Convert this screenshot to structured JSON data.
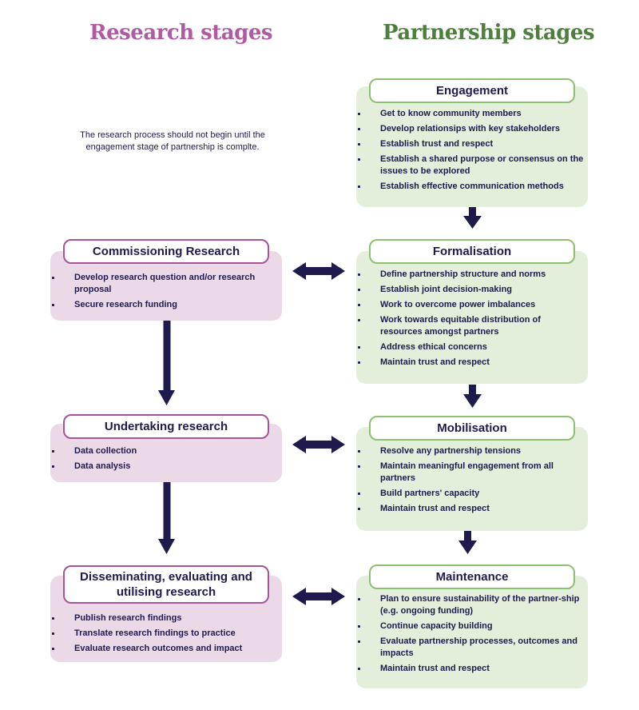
{
  "titles": {
    "research": "Research stages",
    "partnership": "Partnership stages"
  },
  "note": "The research process should not begin until the engagement stage of partnership is complte.",
  "colors": {
    "research_title": "#b05aa3",
    "partnership_title": "#4e7f3c",
    "research_card": "#ecd9e8",
    "partnership_card": "#e3efdb",
    "research_border": "#a65497",
    "partnership_border": "#8cc26f",
    "arrow": "#1f1a4d",
    "text": "#1f1a4d"
  },
  "research_stages": [
    {
      "title": "Commissioning Research",
      "items": [
        "Develop research question and/or research proposal",
        "Secure research funding"
      ]
    },
    {
      "title": "Undertaking research",
      "items": [
        "Data collection",
        "Data analysis"
      ]
    },
    {
      "title": "Disseminating, evaluating and utilising research",
      "items": [
        "Publish research findings",
        "Translate research findings to practice",
        "Evaluate research outcomes and impact"
      ]
    }
  ],
  "partnership_stages": [
    {
      "title": "Engagement",
      "items": [
        "Get to know community members",
        "Develop relationsips with key stakeholders",
        "Establish trust and respect",
        "Establish a shared purpose or consensus on the issues to be explored",
        "Establish effective communication methods"
      ]
    },
    {
      "title": "Formalisation",
      "items": [
        "Define partnership structure and norms",
        "Establish joint decision-making",
        "Work to overcome power imbalances",
        "Work towards equitable distribution of resources amongst partners",
        "Address ethical concerns",
        "Maintain trust and respect"
      ]
    },
    {
      "title": "Mobilisation",
      "items": [
        "Resolve any partnership tensions",
        "Maintain meaningful engagement from all partners",
        "Build partners' capacity",
        "Maintain trust and respect"
      ]
    },
    {
      "title": "Maintenance",
      "items": [
        "Plan to ensure sustainability of the partner-ship (e.g. ongoing funding)",
        "Continue capacity building",
        "Evaluate partnership processes, outcomes and impacts",
        "Maintain trust and respect"
      ]
    }
  ]
}
